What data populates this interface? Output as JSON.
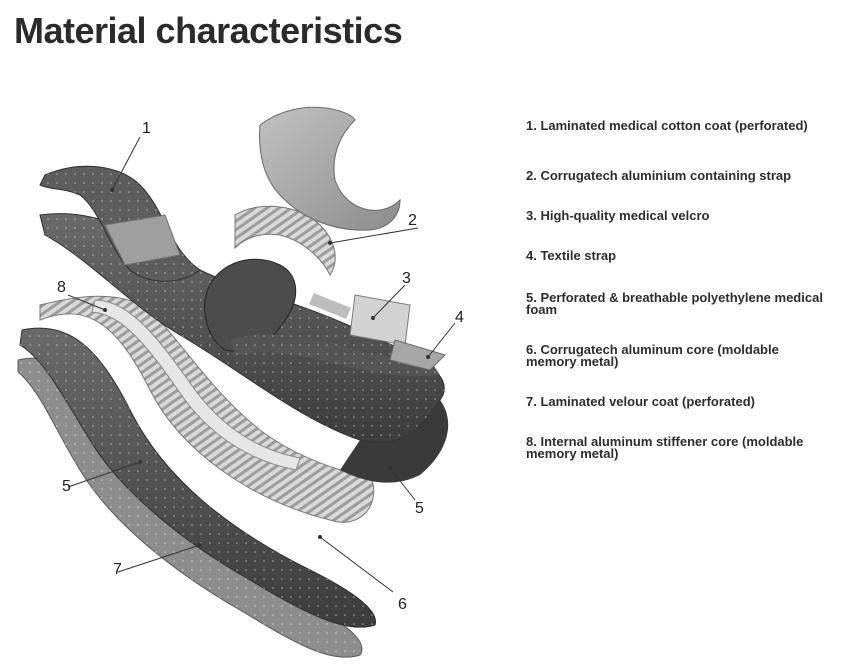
{
  "title": "Material characteristics",
  "callouts": [
    "1",
    "2",
    "3",
    "4",
    "5",
    "8",
    "5",
    "7",
    "6"
  ],
  "legend": [
    "1. Laminated medical cotton coat (perforated)",
    "2. Corrugatech aluminium containing strap",
    "3. High-quality medical velcro",
    "4. Textile strap",
    "5. Perforated & breathable polyethylene medical foam",
    "6. Corrugatech aluminum core (moldable memory metal)",
    "7. Laminated velour coat (perforated)",
    "8. Internal aluminum stiffener core (moldable memory metal)"
  ]
}
